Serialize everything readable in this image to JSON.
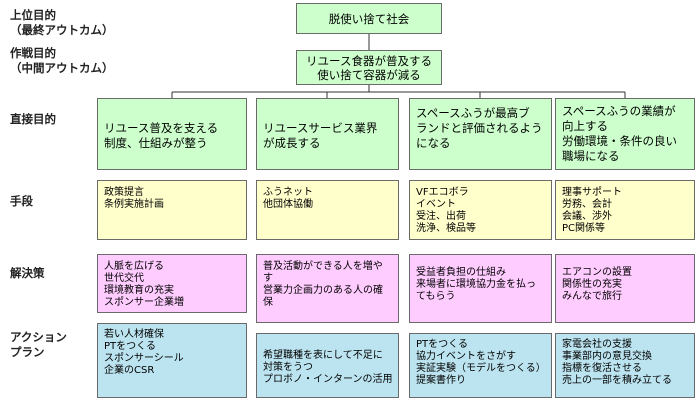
{
  "row_labels": {
    "top": "上位目的\n（最終アウトカム）",
    "strategy": "作戦目的\n（中間アウトカム）",
    "direct": "直接目的",
    "means": "手段",
    "solution": "解決策",
    "action": "アクション\nプラン"
  },
  "top_goal": "脱使い捨て社会",
  "strategy_goal": "リユース食器が普及する\n使い捨て容器が減る",
  "columns": [
    {
      "direct": "リユース普及を支える\n制度、仕組みが整う",
      "means": "政策提言\n条例実施計画",
      "solution": "人脈を広げる\n世代交代\n環境教育の充実\nスポンサー企業増",
      "action": "若い人材確保\nPTをつくる\nスポンサーシール\n企業のCSR"
    },
    {
      "direct": "リユースサービス業界\nが成長する",
      "means": "ふうネット\n他団体協働",
      "solution": "普及活動ができる人を増や\nす\n営業力企画力のある人の確\n保",
      "action": "希望職種を表にして不足に\n対策をうつ\nプロボノ・インターンの活用"
    },
    {
      "direct": "スペースふうが最高ブ\nランドと評価されるよう\nになる",
      "means": "VFエコボラ\nイベント\n受注、出荷\n洗浄、検品等",
      "solution": "受益者負担の仕組み\n来場者に環境協力金を払っ\nてもらう",
      "action": "PTをつくる\n協力イベントをさがす\n実証実験（モデルをつくる）\n提案書作り"
    },
    {
      "direct": "スペースふうの業績が\n向上する\n労働環境・条件の良い\n職場になる",
      "means": "理事サポート\n労務、会計\n会議、渉外\nPC関係等",
      "solution": "エアコンの設置\n関係性の充実\nみんなで旅行",
      "action": "家電会社の支援\n事業部内の意見交換\n指標を復活させる\n売上の一部を積み立てる"
    }
  ]
}
